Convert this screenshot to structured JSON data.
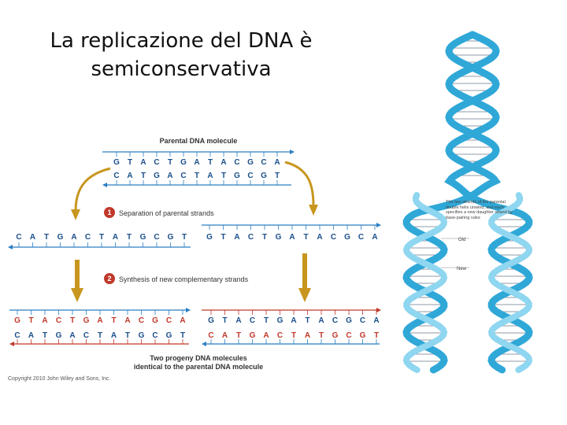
{
  "slide": {
    "title_line1": "La replicazione del DNA è",
    "title_line2": "semiconservativa"
  },
  "diagram": {
    "parental_label": "Parental DNA molecule",
    "step1_number": "1",
    "step1_label": "Separation of parental strands",
    "step2_number": "2",
    "step2_label": "Synthesis of new complementary strands",
    "progeny_label_line1": "Two progeny DNA molecules",
    "progeny_label_line2": "identical to the parental DNA molecule",
    "copyright": "Copyright 2010 John Wiley and Sons, Inc.",
    "top_strand": [
      "G",
      "T",
      "A",
      "C",
      "T",
      "G",
      "A",
      "T",
      "A",
      "C",
      "G",
      "C",
      "A"
    ],
    "bottom_strand": [
      "C",
      "A",
      "T",
      "G",
      "A",
      "C",
      "T",
      "A",
      "T",
      "G",
      "C",
      "G",
      "T"
    ],
    "colors": {
      "old_strand": "#2b7fc4",
      "new_strand": "#c0392b",
      "arrow": "#c8961e",
      "step_badge": "#c0392b",
      "base": "#1a4f8a",
      "base_red": "#c0392b"
    }
  },
  "helix": {
    "note": "The two strands of the parental double helix unwind, and each specifies a new daughter strand by base-pairing rules",
    "old_label": "Old",
    "new_label": "New",
    "colors": {
      "old_strand": "#2fa8d8",
      "new_strand": "#8fd6f0",
      "base_pair": "#6a7a8a"
    }
  }
}
